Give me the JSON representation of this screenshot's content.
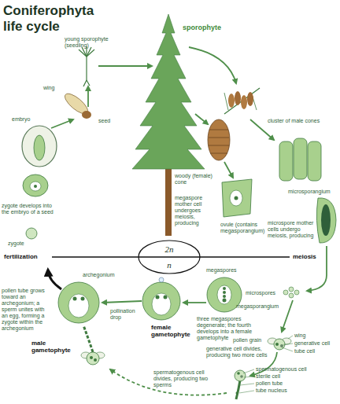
{
  "diagram": {
    "title": "Coniferophyta life cycle",
    "nodes": [
      {
        "text": [
          "2n",
          "n"
        ]
      }
    ],
    "labels": [
      "sporophyte",
      "young sporophyte (seedling)",
      "wing",
      "embryo",
      "seed",
      "cluster of male cones",
      "woody (female) cone",
      "microsporangium",
      "megaspore mother cell undergoes meiosis, producing",
      "ovule (contains megasporangium)",
      "microspore mother cells undergo meiosis, producing",
      "zygote develops into the embryo of a seed",
      "zygote",
      "fertilization",
      "meiosis",
      "megaspores",
      "microspores",
      "archegonium",
      "megasporangium",
      "pollen tube grows toward an archegonium; a sperm unites with an egg, forming a zygote within the archegonium",
      "pollination drop",
      "female gametophyte",
      "three megaspores degenerate; the fourth develops into a female gametophyte",
      "pollen grain",
      "wing",
      "generative cell",
      "tube cell",
      "generative cell divides, producing two more cells",
      "male gametophyte",
      "spermatogenous cell divides, producing two sperms",
      "spermatogenous cell",
      "sterile cell",
      "pollen tube",
      "tube nucleus"
    ]
  }
}
